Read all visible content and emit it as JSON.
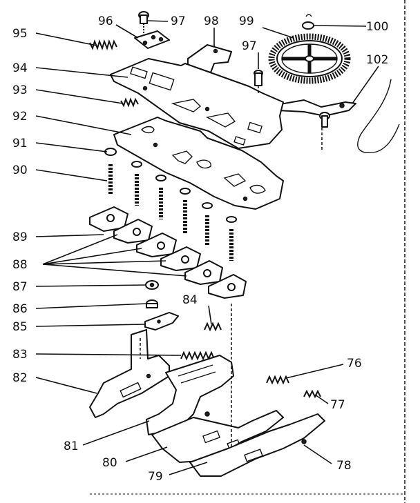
{
  "diagram": {
    "labels": {
      "p76": "76",
      "p77": "77",
      "p78": "78",
      "p79": "79",
      "p80": "80",
      "p81": "81",
      "p82": "82",
      "p83": "83",
      "p84": "84",
      "p85": "85",
      "p86": "86",
      "p87": "87",
      "p88": "88",
      "p89": "89",
      "p90": "90",
      "p91": "91",
      "p92": "92",
      "p93": "93",
      "p94": "94",
      "p95": "95",
      "p96": "96",
      "p97a": "97",
      "p97b": "97",
      "p98": "98",
      "p99": "99",
      "p100": "100",
      "p102": "102"
    }
  }
}
